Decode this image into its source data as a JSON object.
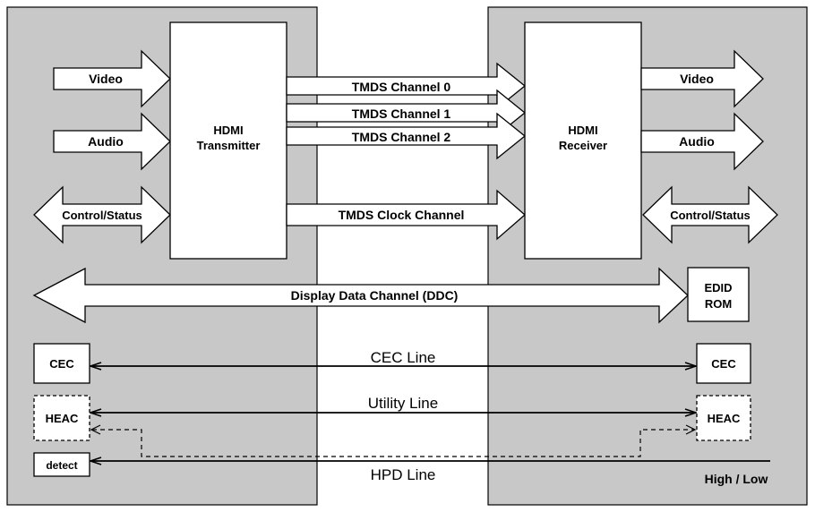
{
  "colors": {
    "panel": "#c8c8c8",
    "box": "#ffffff",
    "stroke": "#000000"
  },
  "transmitter": {
    "title": "HDMI",
    "subtitle": "Transmitter"
  },
  "receiver": {
    "title": "HDMI",
    "subtitle": "Receiver"
  },
  "inputs": {
    "video": "Video",
    "audio": "Audio",
    "control_status": "Control/Status"
  },
  "outputs": {
    "video": "Video",
    "audio": "Audio",
    "control_status": "Control/Status"
  },
  "channels": {
    "tmds0": "TMDS Channel 0",
    "tmds1": "TMDS Channel 1",
    "tmds2": "TMDS Channel 2",
    "clock": "TMDS Clock Channel"
  },
  "ddc": {
    "label": "Display Data Channel (DDC)",
    "edid_line1": "EDID",
    "edid_line2": "ROM"
  },
  "lines": {
    "cec_left": "CEC",
    "cec_right": "CEC",
    "cec_line": "CEC Line",
    "heac_left": "HEAC",
    "heac_right": "HEAC",
    "utility_line": "Utility Line",
    "detect": "detect",
    "hpd_line": "HPD Line",
    "high_low": "High / Low"
  }
}
